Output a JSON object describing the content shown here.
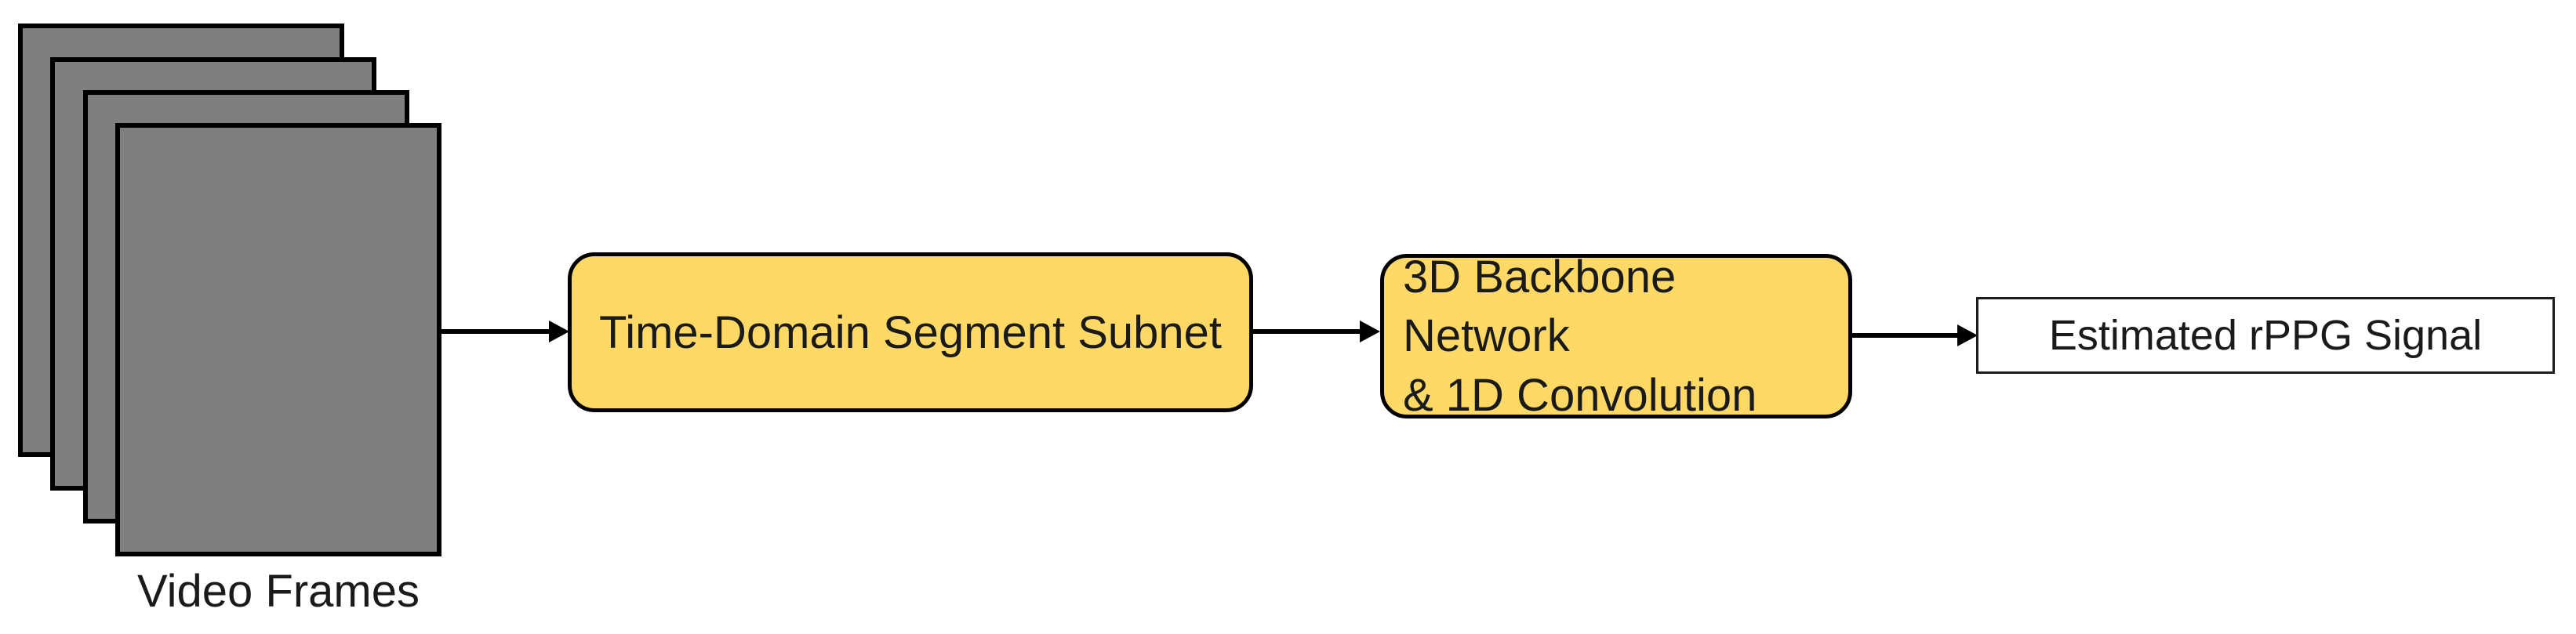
{
  "diagram": {
    "type": "flowchart",
    "nodes": {
      "video_frames": {
        "label": "Video Frames",
        "frame_count": 4,
        "frame_fill": "#7F7F7F",
        "frame_border": "#000000"
      },
      "segment_subnet": {
        "label": "Time-Domain Segment Subnet",
        "fill": "#FFD966",
        "border": "#000000",
        "shape": "rounded-rectangle"
      },
      "backbone": {
        "label": "3D Backbone Network\n& 1D Convolution",
        "fill": "#FFD966",
        "border": "#000000",
        "shape": "rounded-rectangle"
      },
      "output": {
        "label": "Estimated rPPG Signal",
        "fill": "#FFFFFF",
        "border": "#1C1C1C",
        "shape": "rectangle"
      }
    },
    "connectors": [
      {
        "from": "video_frames",
        "to": "segment_subnet",
        "style": "solid-arrow"
      },
      {
        "from": "segment_subnet",
        "to": "backbone",
        "style": "solid-arrow"
      },
      {
        "from": "backbone",
        "to": "output",
        "style": "solid-arrow"
      }
    ],
    "colors": {
      "background": "#FFFFFF",
      "node_fill": "#FFD966",
      "frame_fill": "#7F7F7F",
      "stroke": "#000000",
      "text": "#1A1A1A"
    }
  }
}
